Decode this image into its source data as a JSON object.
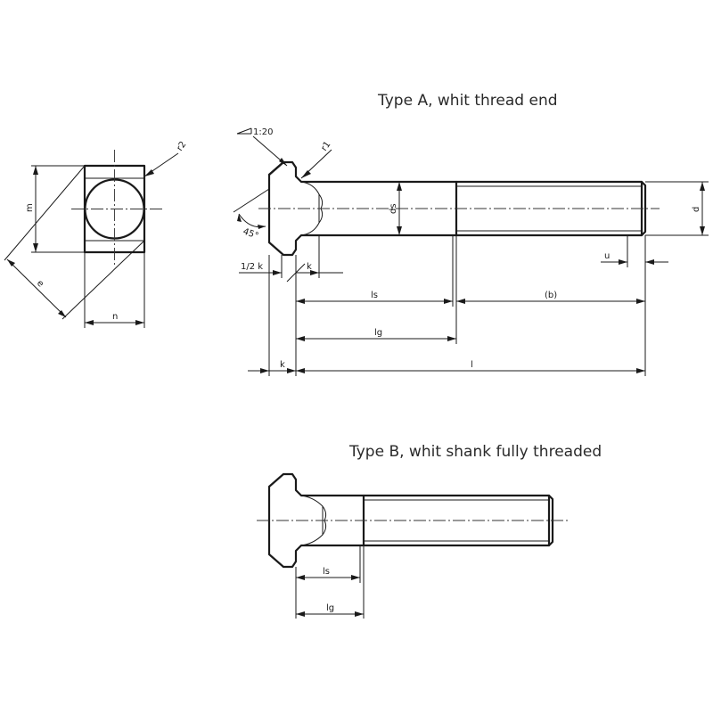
{
  "titles": {
    "type_a": "Type A, whit thread end",
    "type_b": "Type B, whit shank fully threaded"
  },
  "labels": {
    "r2": "r2",
    "m": "m",
    "e": "e",
    "n": "n",
    "taper": "1:20",
    "r1": "r1",
    "angle_45": "45°",
    "ds": "ds",
    "d": "d",
    "u": "u",
    "half_k": "1/2 k",
    "k_small": "k",
    "ls": "ls",
    "b": "(b)",
    "lg": "lg",
    "k": "k",
    "l": "l",
    "ls_b": "ls",
    "lg_b": "lg"
  }
}
